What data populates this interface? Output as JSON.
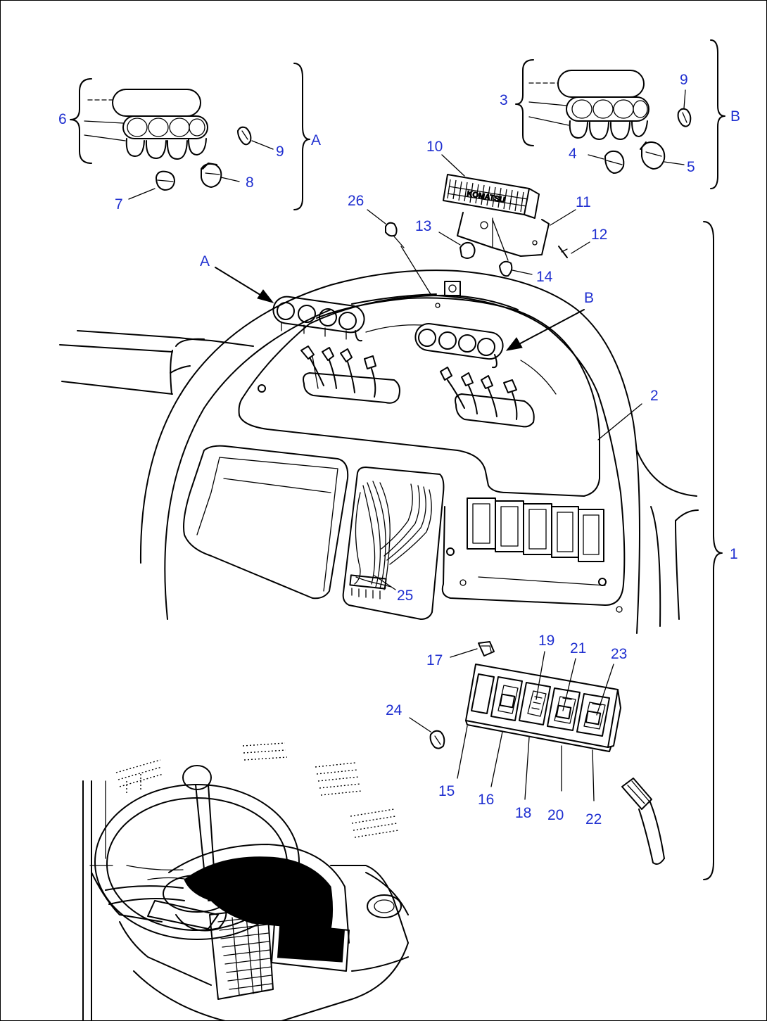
{
  "colors": {
    "label": "#1f2fd0",
    "line": "#000000",
    "background": "#ffffff"
  },
  "callouts": {
    "n1": "1",
    "n2": "2",
    "n3": "3",
    "n4": "4",
    "n5": "5",
    "n6": "6",
    "n7": "7",
    "n8": "8",
    "n9a": "9",
    "n9b": "9",
    "n10": "10",
    "n11": "11",
    "n12": "12",
    "n13": "13",
    "n14": "14",
    "n15": "15",
    "n16": "16",
    "n17": "17",
    "n18": "18",
    "n19": "19",
    "n20": "20",
    "n21": "21",
    "n22": "22",
    "n23": "23",
    "n24": "24",
    "n25": "25",
    "n26": "26"
  },
  "groups": {
    "a_brace": "A",
    "b_brace": "B",
    "a_arrow": "A",
    "b_arrow": "B"
  },
  "relay_block_text": "KOMATSU"
}
